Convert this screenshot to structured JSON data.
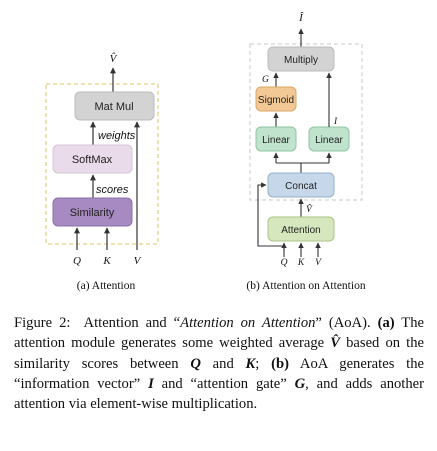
{
  "figure_number": "Figure 2:",
  "panel_a": {
    "caption": "(a)  Attention",
    "output_label": "V̂",
    "matmul_label": "Mat Mul",
    "softmax_label": "SoftMax",
    "similarity_label": "Similarity",
    "weights_label": "weights",
    "scores_label": "scores",
    "inputs": [
      "Q",
      "K",
      "V"
    ],
    "colors": {
      "matmul": "#d3d3d3",
      "softmax": "#e9dbe9",
      "similarity": "#a88ac2"
    }
  },
  "panel_b": {
    "caption": "(b)  Attention on Attention",
    "output_label": "Î",
    "multiply_label": "Multiply",
    "sigmoid_label": "Sigmoid",
    "linear_left_label": "Linear",
    "linear_right_label": "Linear",
    "concat_label": "Concat",
    "attention_label": "Attention",
    "g_label": "G",
    "i_label": "I",
    "vhat_label": "V̂",
    "inputs": [
      "Q",
      "K",
      "V"
    ],
    "colors": {
      "multiply": "#d3d3d3",
      "sigmoid": "#f2c894",
      "linear": "#bfe3cc",
      "concat": "#c6d7e9",
      "attention": "#d6e6bd"
    }
  },
  "caption": {
    "lead": "Attention and “",
    "aoa_italic": "Attention on Attention",
    "lead_end": "” (AoA).",
    "a_tag": "(a)",
    "a_text1": " The attention module generates some weighted average ",
    "vhat": "V̂",
    "a_text2": " based on the similarity scores between ",
    "q": "Q",
    "a_and": " and ",
    "k": "K",
    "a_end": ";",
    "b_tag": "(b)",
    "b_text1": " AoA generates the “information vector” ",
    "i": "I",
    "b_text2": " and “attention gate” ",
    "g": "G",
    "b_text3": ", and adds another attention via element-wise multiplication."
  }
}
